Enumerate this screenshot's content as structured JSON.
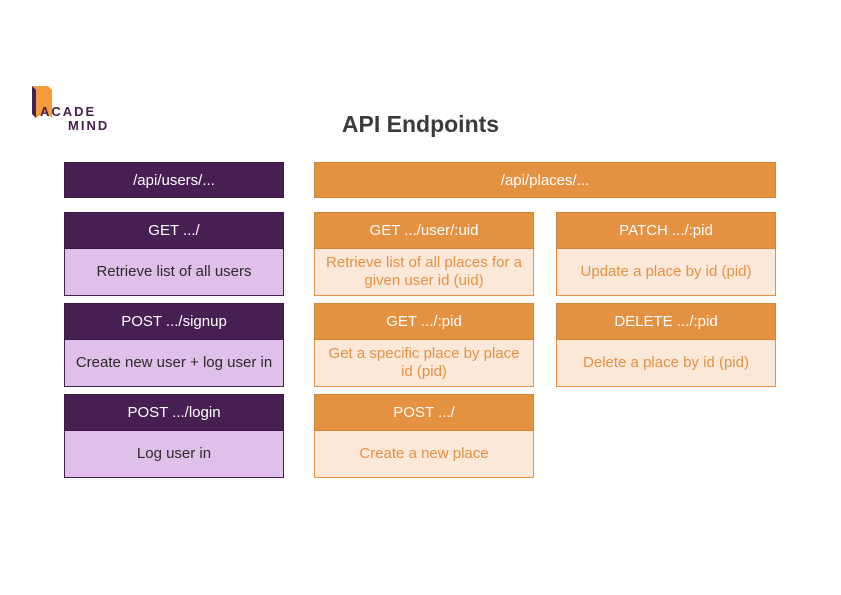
{
  "logo": {
    "line1": "ACADE",
    "line2": "MIND",
    "colors": {
      "accent": "#f39c3b",
      "brand": "#46204f"
    }
  },
  "title": "API Endpoints",
  "colors": {
    "purple": "#481f53",
    "purple_light": "#e1bfeb",
    "orange": "#e49242",
    "orange_light": "#fbe8d9"
  },
  "groups": {
    "users": {
      "label": "/api/users/..."
    },
    "places": {
      "label": "/api/places/..."
    }
  },
  "users_endpoints": [
    {
      "route": "GET .../",
      "desc": "Retrieve list of all users"
    },
    {
      "route": "POST .../signup",
      "desc": "Create new user + log user in"
    },
    {
      "route": "POST .../login",
      "desc": "Log user in"
    }
  ],
  "places_endpoints": [
    {
      "route": "GET .../user/:uid",
      "desc": "Retrieve list of all places for a given user id (uid)"
    },
    {
      "route": "PATCH .../:pid",
      "desc": "Update a place by id (pid)"
    },
    {
      "route": "GET .../:pid",
      "desc": "Get a specific place by place id (pid)"
    },
    {
      "route": "DELETE .../:pid",
      "desc": "Delete a place by id (pid)"
    },
    {
      "route": "POST .../",
      "desc": "Create a new place"
    }
  ]
}
